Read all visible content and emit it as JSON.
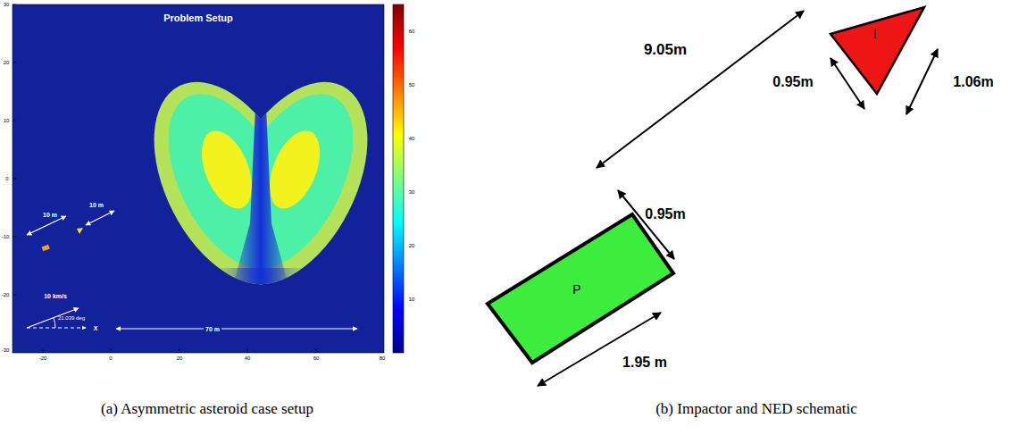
{
  "diagram": {
    "nodes": [
      {
        "text": [
          "I"
        ]
      },
      {
        "text": [
          "P"
        ]
      }
    ],
    "labels": [
      "Problem Setup",
      "30",
      "20",
      "10",
      "0",
      "-10",
      "-20",
      "-30",
      "-20",
      "0",
      "20",
      "40",
      "60",
      "80",
      "60",
      "50",
      "40",
      "30",
      "20",
      "10",
      "10 m",
      "10 m",
      "10 km/s",
      "21.039 deg",
      "X",
      "70 m",
      "9.05m",
      "0.95m",
      "1.06m",
      "0.95m",
      "1.95 m",
      "(a) Asymmetric asteroid case setup",
      "(b) Impactor and NED schematic"
    ]
  }
}
